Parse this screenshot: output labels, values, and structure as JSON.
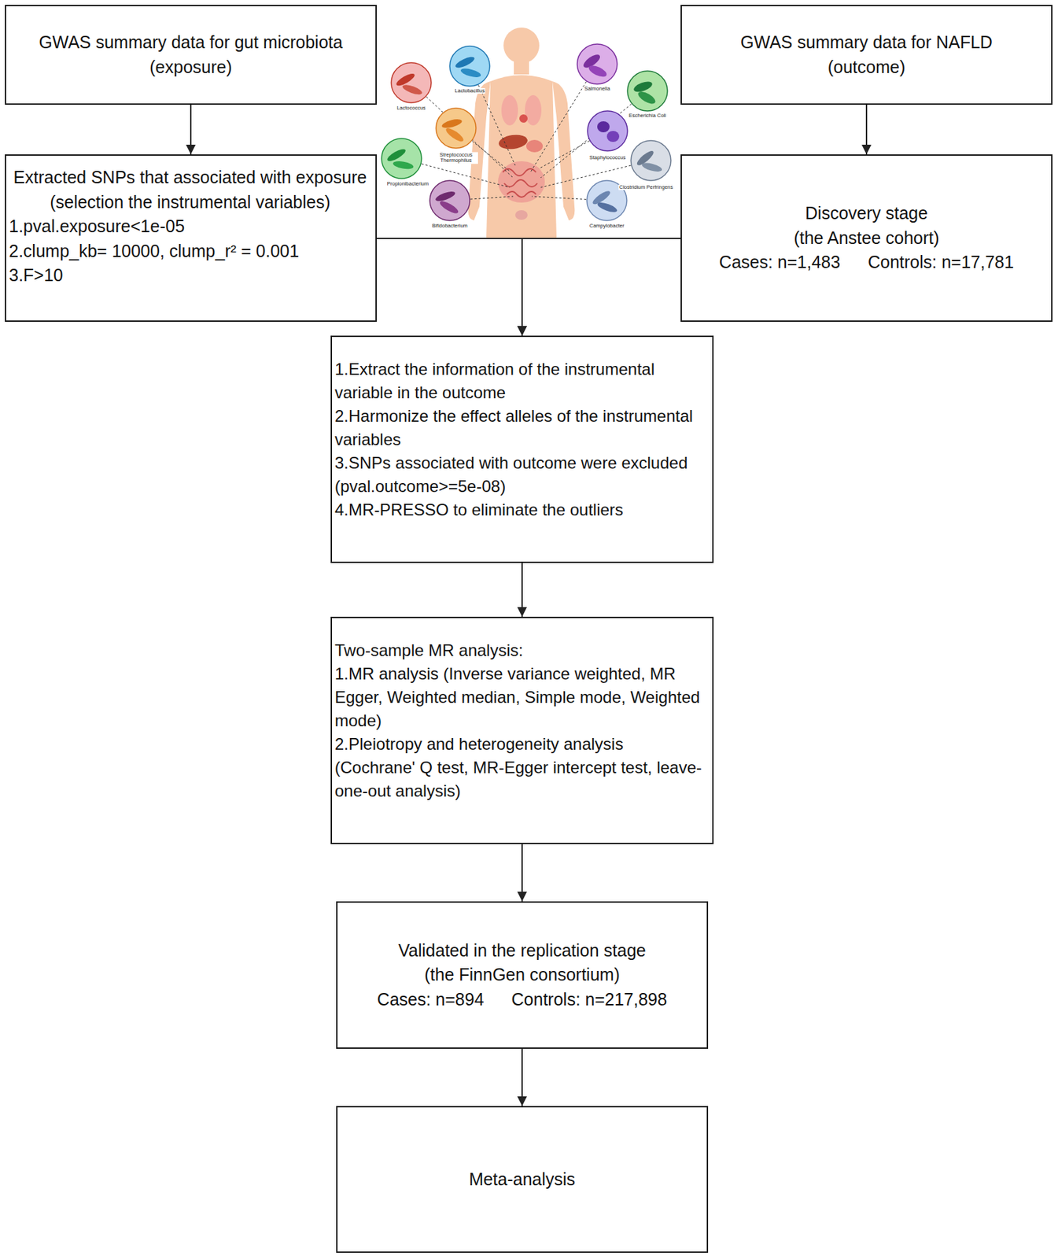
{
  "diagram": {
    "nodes": [
      {
        "text": [
          "GWAS summary data for gut microbiota (exposure)"
        ]
      },
      {
        "text": [
          "GWAS summary data for NAFLD (outcome)"
        ]
      },
      {
        "text": [
          "Extracted SNPs that associated with exposure (selection the instrumental variables)",
          "1.pval.exposure<1e-05",
          "2.clump_kb= 10000, clump_r² = 0.001",
          "3.F>10"
        ]
      },
      {
        "text": [
          "Discovery stage (the Anstee cohort)",
          "Cases: n=1,483",
          "Controls: n=17,781"
        ]
      },
      {
        "text": [
          "1.Extract the information of the instrumental variable in the outcome",
          "2.Harmonize the effect alleles of the instrumental variables",
          "3.SNPs associated with outcome were excluded (pval.outcome>=5e-08)",
          "4.MR-PRESSO to eliminate the outliers"
        ]
      },
      {
        "text": [
          "Two-sample MR analysis:",
          "1.MR analysis (Inverse variance weighted, MR Egger, Weighted median, Simple mode, Weighted mode)",
          "2.Pleiotropy and heterogeneity analysis (Cochrane' Q test, MR-Egger intercept test, leave-one-out analysis)"
        ]
      },
      {
        "text": [
          "Validated in the replication stage (the FinnGen consortium)",
          "Cases: n=894",
          "Controls: n=217,898"
        ]
      },
      {
        "text": [
          "Meta-analysis"
        ]
      }
    ],
    "edges": [
      {
        "from": 0,
        "to": 2,
        "arrow": "to"
      },
      {
        "from": 1,
        "to": 3,
        "arrow": "to"
      },
      {
        "from": 2,
        "to": 4,
        "arrow": "to"
      },
      {
        "from": 3,
        "to": 4,
        "arrow": "to"
      },
      {
        "from": 4,
        "to": 5,
        "arrow": "to"
      },
      {
        "from": 5,
        "to": 6,
        "arrow": "to"
      },
      {
        "from": 6,
        "to": 7,
        "arrow": "to"
      }
    ],
    "labels": [
      "Lactobacillus",
      "Salmonella",
      "Lactococcus",
      "Escherichia Coli",
      "Streptococcus Thermophilus",
      "Staphylococcus",
      "Propionibacterium",
      "Clostridium Perfringens",
      "Bifidobacterium",
      "Campylobacter"
    ]
  }
}
